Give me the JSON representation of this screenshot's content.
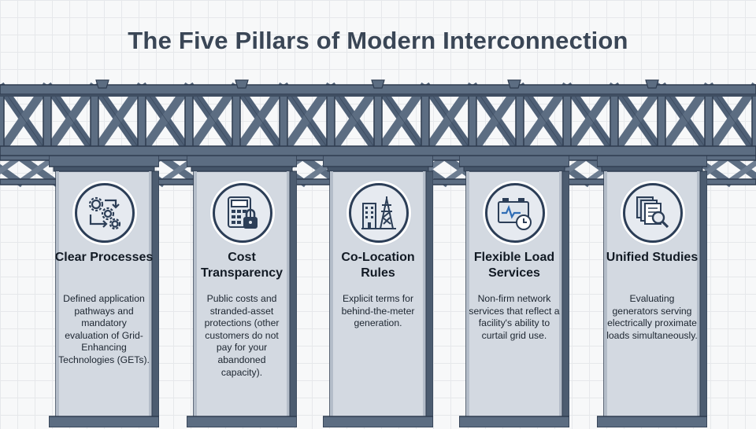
{
  "title": "The Five Pillars of Modern Interconnection",
  "pillars": [
    {
      "title": "Clear Processes",
      "description": "Defined application pathways and mandatory evaluation of Grid-Enhancing Technologies (GETs).",
      "icon": "gears-process-icon"
    },
    {
      "title": "Cost Transparency",
      "description": "Public costs and stranded-asset protections (other customers do not pay for your abandoned capacity).",
      "icon": "calculator-lock-icon"
    },
    {
      "title": "Co-Location Rules",
      "description": "Explicit terms for behind-the-meter generation.",
      "icon": "building-transmission-tower-icon"
    },
    {
      "title": "Flexible Load Services",
      "description": "Non-firm network services that reflect a facility's ability to curtail grid use.",
      "icon": "battery-clock-icon"
    },
    {
      "title": "Unified Studies",
      "description": "Evaluating generators serving electrically proximate loads simultaneously.",
      "icon": "documents-magnifier-icon"
    }
  ],
  "colors": {
    "steel": "#5c6d82",
    "steel_dark": "#2e3c50",
    "pillar_face": "#d3d9e1",
    "title_text": "#3a4656"
  }
}
